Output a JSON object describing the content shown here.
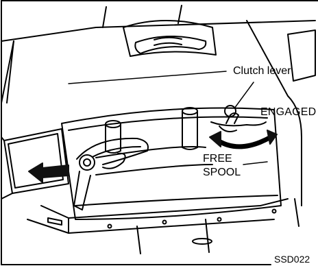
{
  "labels": {
    "clutch_lever": "Clutch lever",
    "engaged": "ENGAGED",
    "free_spool_line1": "FREE",
    "free_spool_line2": "SPOOL",
    "figure_code": "SSD022"
  },
  "colors": {
    "ink": "#000000",
    "paper": "#ffffff",
    "arrow_fill": "#111111"
  }
}
